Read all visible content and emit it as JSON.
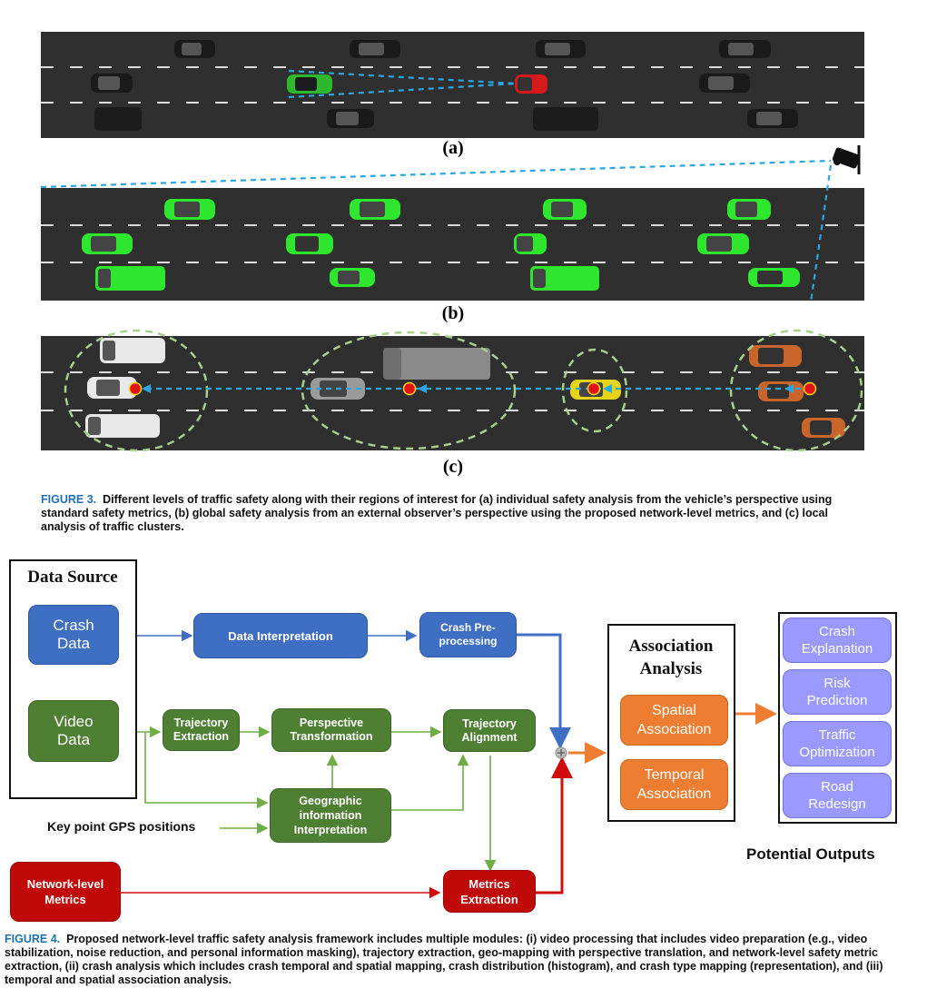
{
  "figure3": {
    "label_a": "(a)",
    "label_b": "(b)",
    "label_c": "(c)",
    "caption_fig": "FIGURE 3.",
    "caption_text": "Different levels of traffic safety along with their regions of interest for (a) individual safety analysis from the vehicle’s perspective using standard safety metrics, (b) global safety analysis from an external observer’s perspective using the proposed network-level metrics, and (c) local analysis of traffic clusters."
  },
  "figure4": {
    "data_source_title": "Data Source",
    "crash_data": "Crash Data",
    "video_data": "Video Data",
    "data_interpretation": "Data Interpretation",
    "crash_preprocessing": "Crash Pre-processing",
    "trajectory_extraction": "Trajectory Extraction",
    "perspective_transformation": "Perspective Transformation",
    "trajectory_alignment": "Trajectory Alignment",
    "geographic_interpretation": "Geographic information Interpretation",
    "key_point_gps": "Key point GPS positions",
    "network_level_metrics": "Network-level Metrics",
    "metrics_extraction": "Metrics Extraction",
    "association_title": "Association Analysis",
    "spatial_association": "Spatial Association",
    "temporal_association": "Temporal Association",
    "outputs": [
      "Crash Explanation",
      "Risk Prediction",
      "Traffic Optimization",
      "Road Redesign"
    ],
    "potential_outputs": "Potential Outputs",
    "caption_fig": "FIGURE 4.",
    "caption_text": "Proposed network-level traffic safety analysis framework includes multiple modules: (i) video processing that includes video preparation (e.g., video stabilization, noise reduction, and personal information masking), trajectory extraction, geo-mapping with perspective translation, and network-level safety metric extraction, (ii) crash analysis which includes crash temporal and spatial mapping, crash distribution (histogram), and crash type mapping (representation), and (iii) temporal and spatial association analysis."
  },
  "colors": {
    "blue": "#3f6fc3",
    "green": "#4f7f33",
    "red": "#c00a0a",
    "orange": "#ec7d31",
    "purple": "#9999ff",
    "dashed_cyan": "#2aa6e0",
    "cluster_dash": "#a8d08d"
  }
}
